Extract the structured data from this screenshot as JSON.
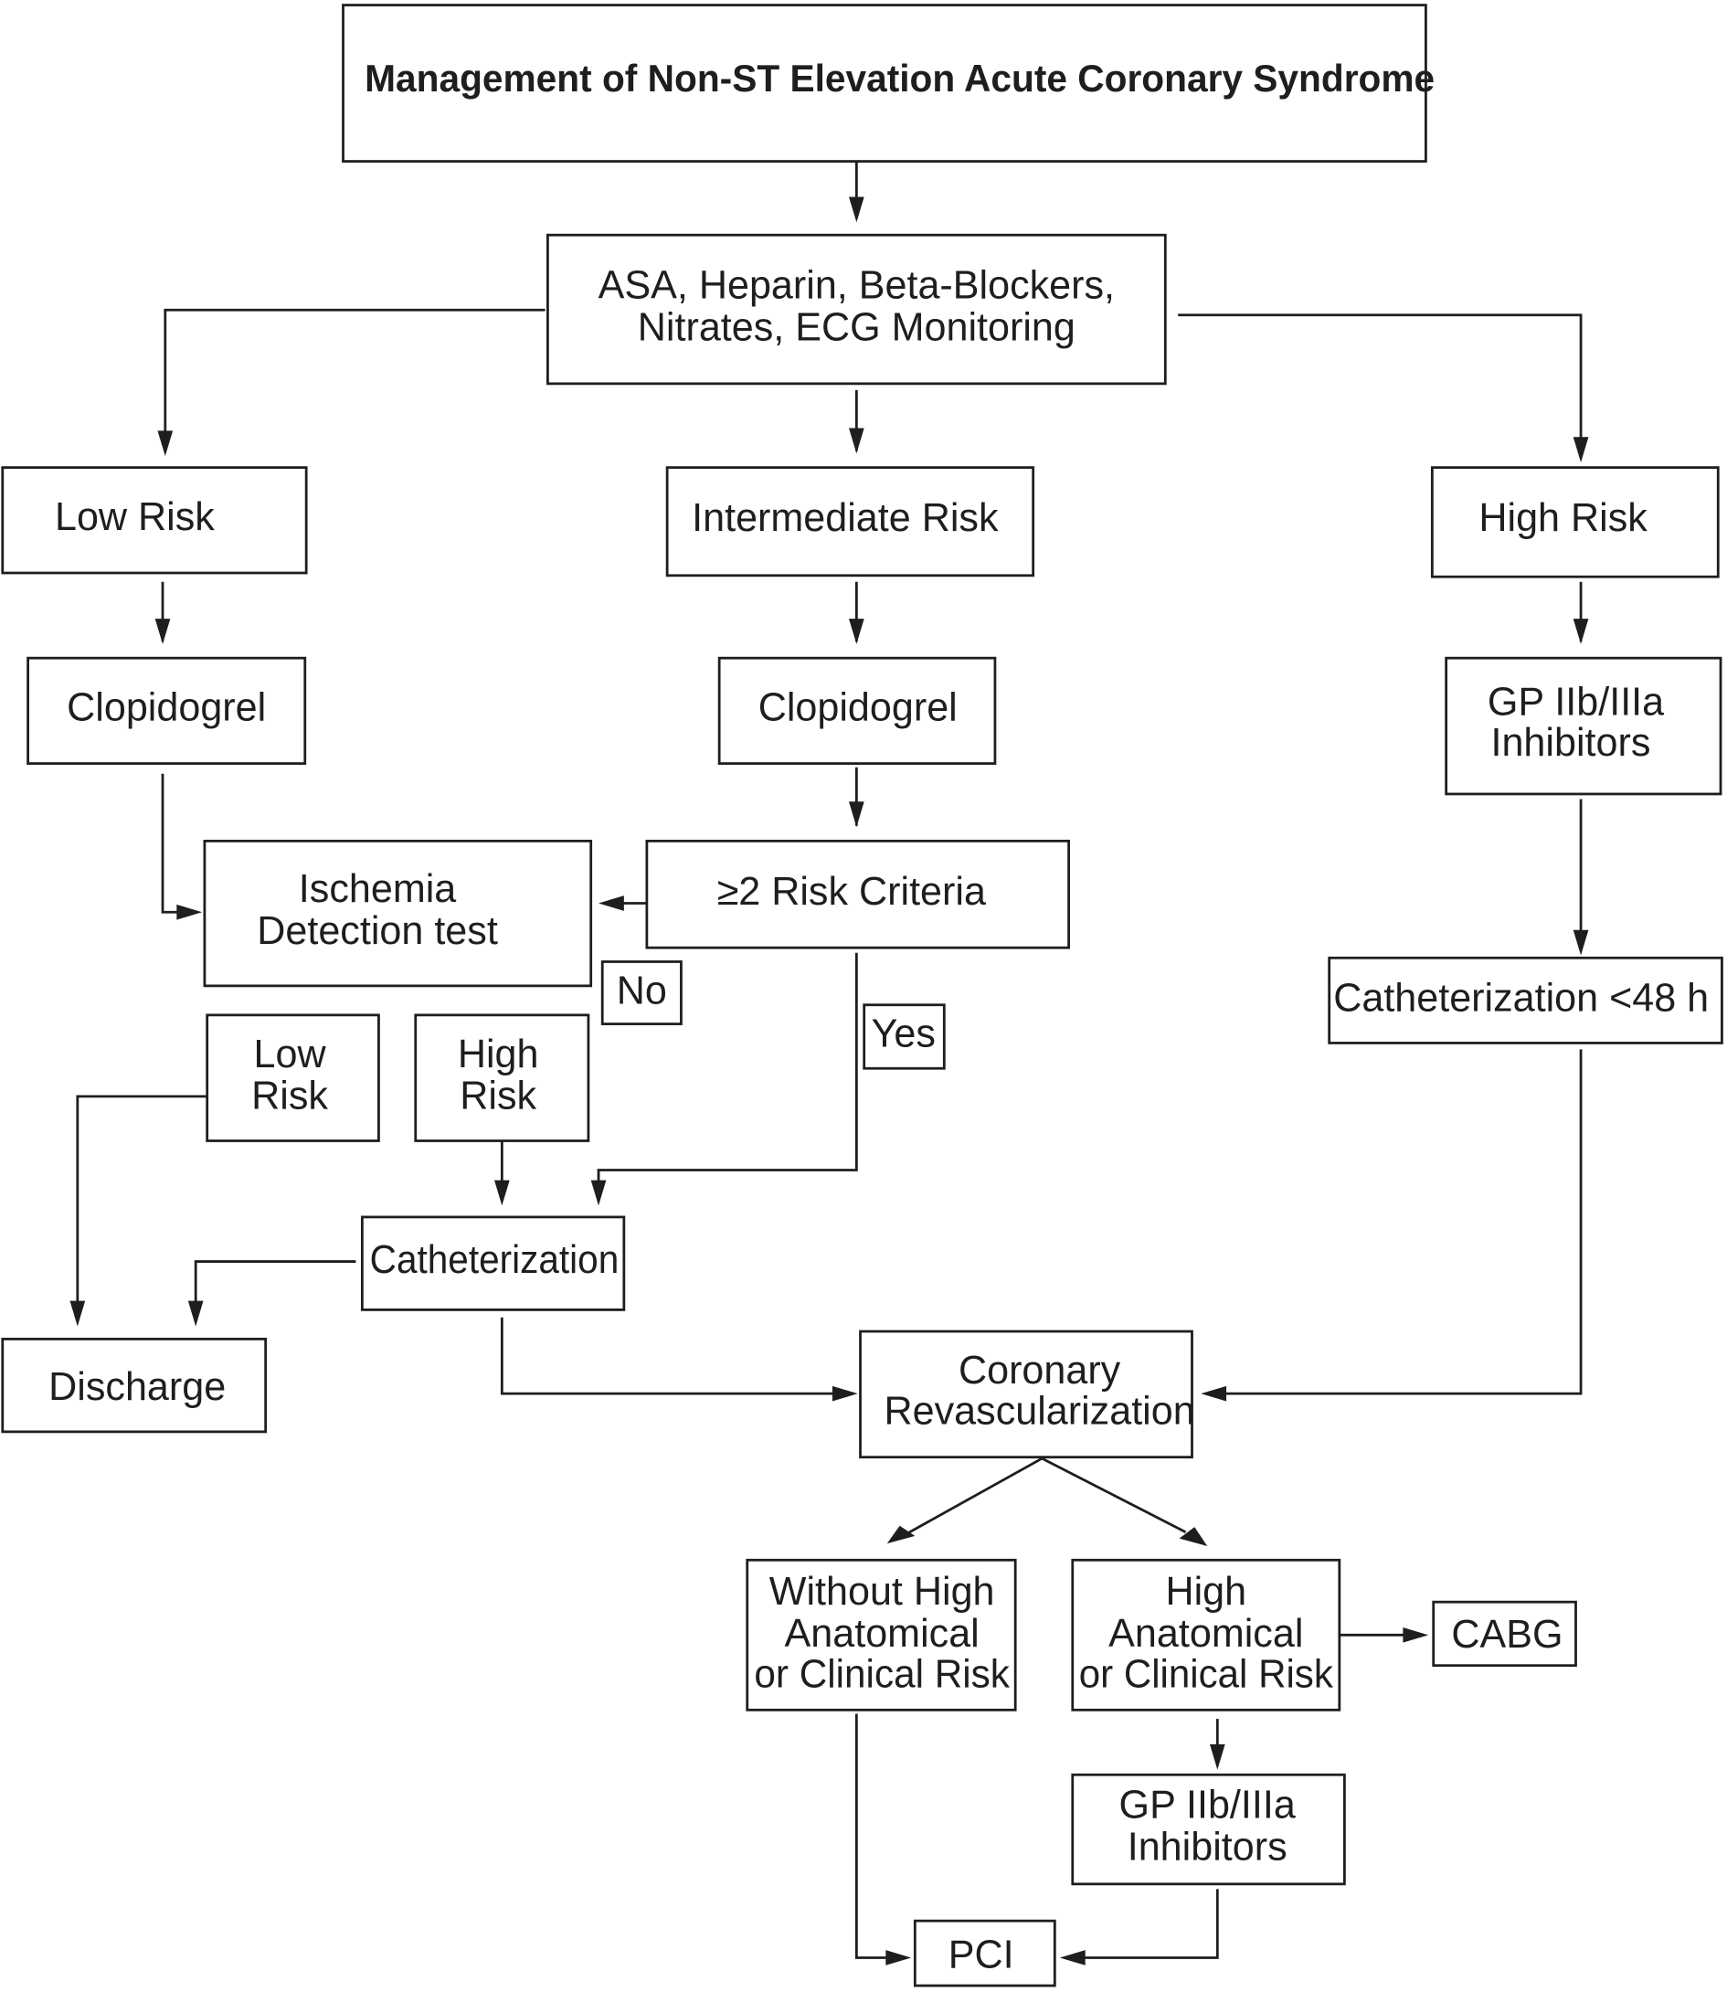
{
  "diagram": {
    "title": "Management of Non-ST Elevation Acute Coronary Syndrome",
    "nodes": {
      "initial_therapy": {
        "lines": [
          "ASA, Heparin, Beta-Blockers,",
          "Nitrates, ECG Monitoring"
        ]
      },
      "low_risk": {
        "lines": [
          "Low Risk"
        ]
      },
      "intermediate_risk": {
        "lines": [
          "Intermediate Risk"
        ]
      },
      "high_risk": {
        "lines": [
          "High Risk"
        ]
      },
      "clopidogrel_low": {
        "lines": [
          "Clopidogrel"
        ]
      },
      "clopidogrel_intermediate": {
        "lines": [
          "Clopidogrel"
        ]
      },
      "gp_inhibitors_top": {
        "lines": [
          "GP IIb/IIIa",
          "Inhibitors"
        ]
      },
      "ischemia_test": {
        "lines": [
          "Ischemia",
          "Detection test"
        ]
      },
      "risk_criteria": {
        "lines": [
          "≥2 Risk Criteria"
        ]
      },
      "no_label": {
        "lines": [
          "No"
        ]
      },
      "yes_label": {
        "lines": [
          "Yes"
        ]
      },
      "test_low_risk": {
        "lines": [
          "Low",
          "Risk"
        ]
      },
      "test_high_risk": {
        "lines": [
          "High",
          "Risk"
        ]
      },
      "catheterization_48h": {
        "lines": [
          "Catheterization <48 h"
        ]
      },
      "catheterization": {
        "lines": [
          "Catheterization"
        ]
      },
      "discharge": {
        "lines": [
          "Discharge"
        ]
      },
      "coronary_revascularization": {
        "lines": [
          "Coronary",
          "Revascularization"
        ]
      },
      "without_high_risk": {
        "lines": [
          "Without High",
          "Anatomical",
          "or Clinical Risk"
        ]
      },
      "high_anatomical_risk": {
        "lines": [
          "High",
          "Anatomical",
          "or Clinical Risk"
        ]
      },
      "cabg": {
        "lines": [
          "CABG"
        ]
      },
      "gp_inhibitors_bottom": {
        "lines": [
          "GP IIb/IIIa",
          "Inhibitors"
        ]
      },
      "pci": {
        "lines": [
          "PCI"
        ]
      }
    },
    "colors": {
      "stroke": "#1e1e1e",
      "background": "#ffffff"
    }
  }
}
